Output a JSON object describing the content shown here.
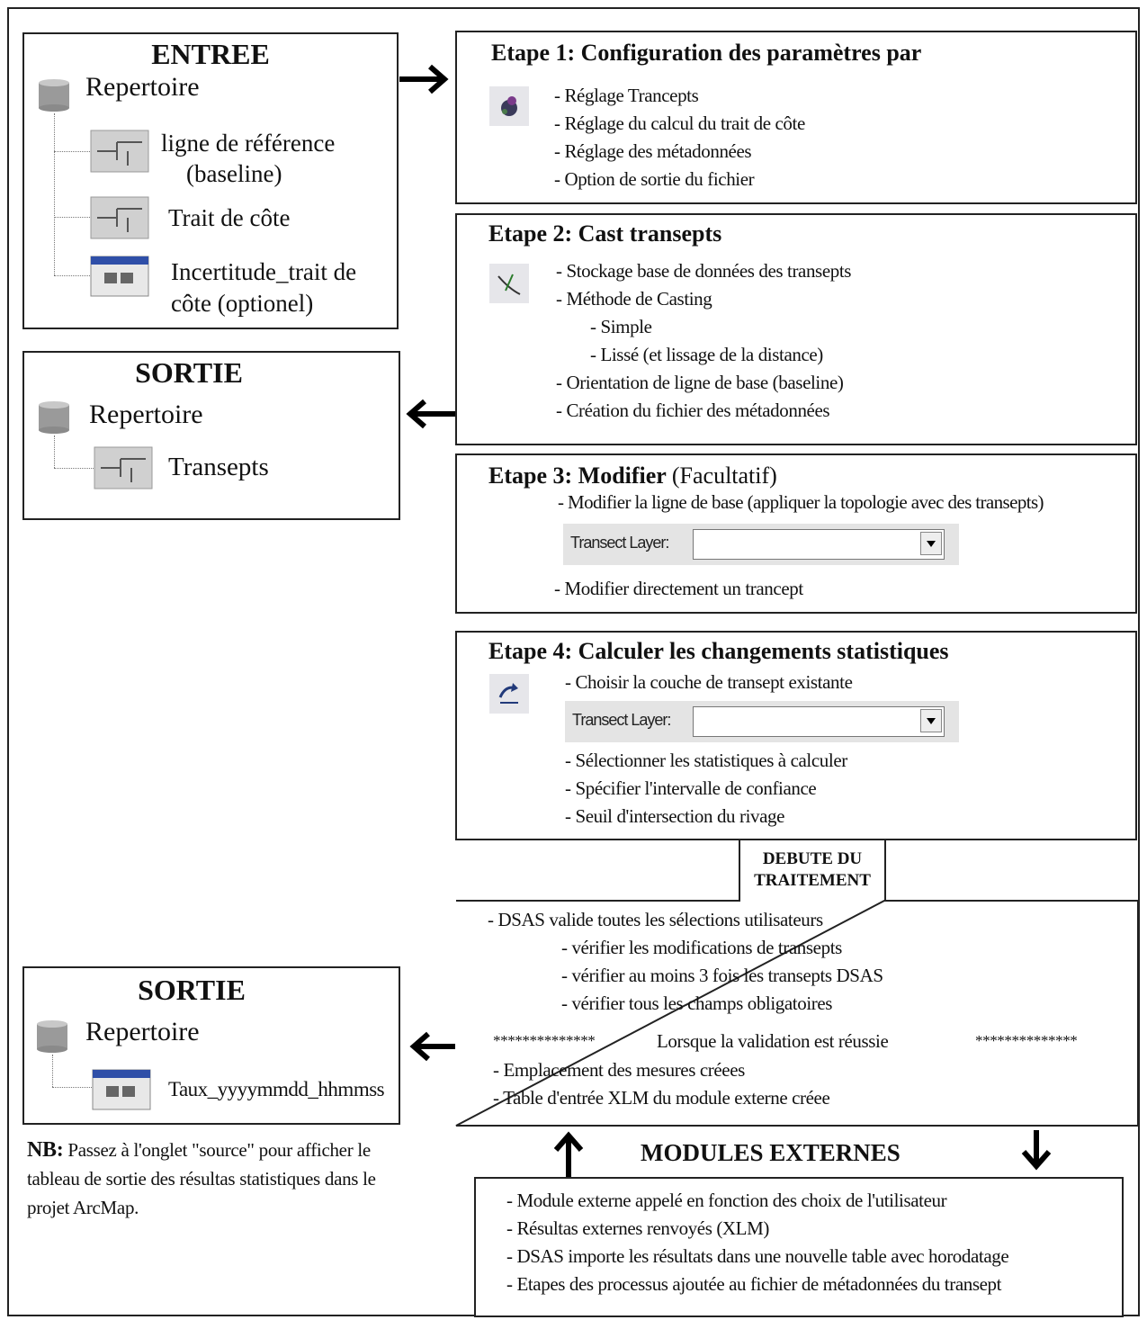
{
  "entree": {
    "title": "ENTREE",
    "repertoire": "Repertoire",
    "items": [
      "ligne de référence",
      "(baseline)",
      "Trait de côte",
      "Incertitude_trait de",
      "côte (optionel)"
    ]
  },
  "sortie1": {
    "title": "SORTIE",
    "repertoire": "Repertoire",
    "item": "Transepts"
  },
  "sortie2": {
    "title": "SORTIE",
    "repertoire": "Repertoire",
    "item": "Taux_yyyymmdd_hhmmss"
  },
  "etape1": {
    "title": "Etape 1: Configuration des paramètres par",
    "lines": [
      "- Réglage Trancepts",
      "- Réglage du calcul du trait de côte",
      "- Réglage des métadonnées",
      "- Option de sortie du fichier"
    ]
  },
  "etape2": {
    "title": "Etape 2: Cast transepts",
    "lines": [
      "- Stockage base de données des transepts",
      "- Méthode de Casting",
      "- Simple",
      "- Lissé (et lissage de la distance)",
      "- Orientation de ligne de base (baseline)",
      "- Création du fichier des métadonnées"
    ]
  },
  "etape3": {
    "title": "Etape 3: Modifier",
    "title_suffix": "(Facultatif)",
    "line1": "- Modifier la ligne de base (appliquer la topologie avec des transepts)",
    "dropdown_label": "Transect Layer:",
    "line2": "- Modifier directement un trancept"
  },
  "etape4": {
    "title": "Etape 4: Calculer les changements statistiques",
    "line1": "- Choisir la couche de transept existante",
    "dropdown_label": "Transect Layer:",
    "lines": [
      "- Sélectionner les statistiques à calculer",
      "- Spécifier l'intervalle de confiance",
      "- Seuil d'intersection du rivage"
    ]
  },
  "debut": {
    "line1": "DEBUTE DU",
    "line2": "TRAITEMENT"
  },
  "validation": {
    "line1": "- DSAS valide toutes les sélections utilisateurs",
    "sub": [
      "- vérifier les modifications de transepts",
      "- vérifier au moins 3 fois les transepts DSAS",
      "- vérifier tous les champs obligatoires"
    ],
    "stars": "**************",
    "success": "Lorsque la validation est réussie",
    "after": [
      "- Emplacement des mesures créees",
      "- Table d'entrée XLM du module externe créee"
    ]
  },
  "modules": {
    "title": "MODULES EXTERNES",
    "lines": [
      "- Module externe appelé en fonction des choix de l'utilisateur",
      "- Résultas externes renvoyés (XLM)",
      "- DSAS importe les résultats dans une nouvelle table avec horodatage",
      "- Etapes des processus ajoutée au fichier de métadonnées du transept"
    ]
  },
  "note": {
    "bold": "NB:",
    "text": "Passez à l'onglet \"source\" pour afficher le tableau de sortie des résultas statistiques dans le projet ArcMap."
  }
}
